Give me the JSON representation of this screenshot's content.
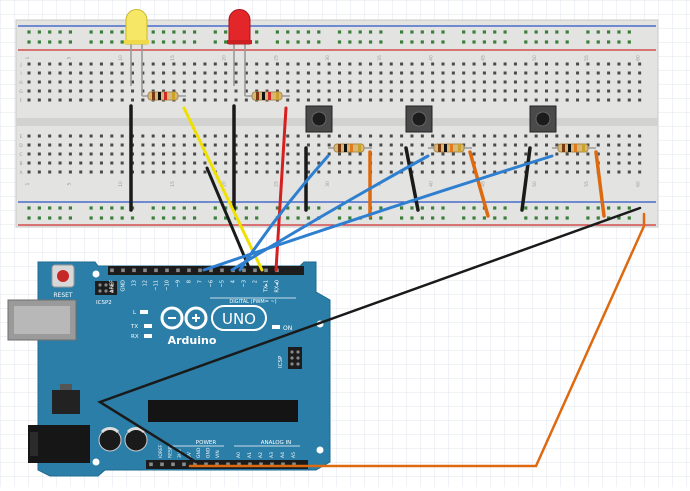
{
  "board": {
    "reset_label": "RESET",
    "icsp2_label": "ICSP2",
    "icsp_label": "ICSP",
    "aref_label": "AREF",
    "gnd_label": "GND",
    "digital_pin_labels": [
      "13",
      "12",
      "~11",
      "~10",
      "~9",
      "8",
      "7",
      "~6",
      "~5",
      "4",
      "~3",
      "2",
      "TX▸1",
      "RX◂0"
    ],
    "digital_label": "DIGITAL (PWM= ~)",
    "l_label": "L",
    "tx_label": "TX",
    "rx_label": "RX",
    "on_label": "ON",
    "uno_label": "UNO",
    "brand_label": "Arduino",
    "power_label": "POWER",
    "power_pin_labels": [
      "IOREF",
      "RESET",
      "3V3",
      "5V",
      "GND",
      "GND",
      "VIN"
    ],
    "analog_label": "ANALOG IN",
    "analog_pin_labels": [
      "A0",
      "A1",
      "A2",
      "A3",
      "A4",
      "A5"
    ]
  },
  "breadboard": {
    "column_numbers": [
      "1",
      "5",
      "10",
      "15",
      "20",
      "25",
      "30",
      "35",
      "40",
      "45",
      "50",
      "55",
      "60"
    ],
    "row_letters_top": [
      "J",
      "I",
      "H",
      "G",
      "F"
    ],
    "row_letters_bottom": [
      "E",
      "D",
      "C",
      "B",
      "A"
    ]
  },
  "colors": {
    "board": "#2a7ea7",
    "breadboard": "#e3e3e1",
    "wire_yellow": "#f0e000",
    "wire_red": "#d61f1f",
    "wire_blue": "#2f7fd0",
    "wire_black": "#1a1a1a",
    "wire_orange": "#dd6a10",
    "led_yellow": "#f6e866",
    "led_red": "#e3262a"
  }
}
